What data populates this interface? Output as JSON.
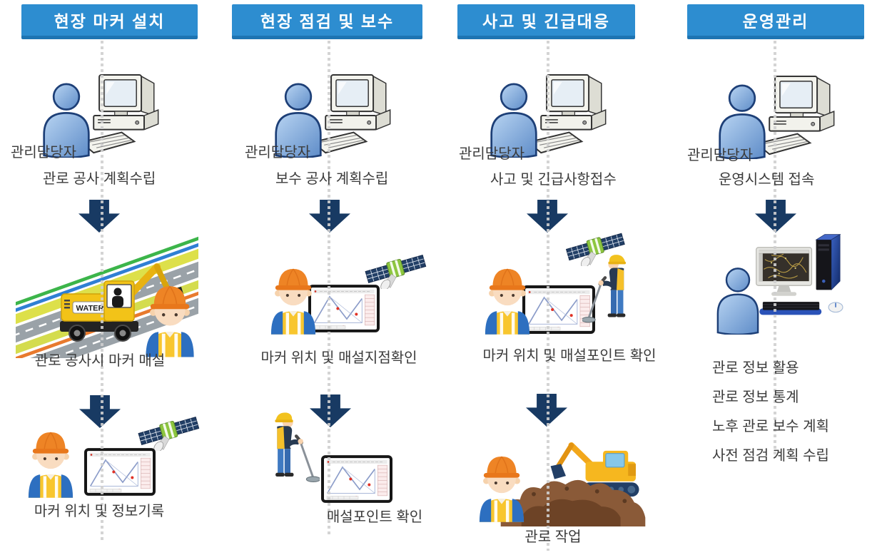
{
  "colors": {
    "header_bg": "#2d8dd0",
    "header_border": "#1e74b2",
    "arrow_navy": "#183a63",
    "dotted_line": "#cfcfcf",
    "label_text": "#3b3b3b",
    "header_text": "#ffffff"
  },
  "columns": [
    {
      "id": "marker-install",
      "header": "현장 마커 설치",
      "actor": "관리담당자",
      "steps": [
        "관로 공사 계획수립",
        "관로 공사시 마커 매설",
        "마커 위치 및 정보기록"
      ],
      "icons": [
        "manager-at-computer",
        "excavation-marker-burial-scene",
        "worker-map-screen-satellite"
      ]
    },
    {
      "id": "inspection-repair",
      "header": "현장 점검 및 보수",
      "actor": "관리담당자",
      "steps": [
        "보수 공사 계획수립",
        "마커 위치 및 매설지점확인",
        "매설포인트 확인"
      ],
      "icons": [
        "manager-at-computer",
        "worker-map-screen-satellite",
        "detector-worker-map-screen"
      ]
    },
    {
      "id": "emergency-response",
      "header": "사고 및 긴급대응",
      "actor": "관리담당자",
      "steps": [
        "사고 및 긴급사항접수",
        "마커 위치 및 매설포인트 확인",
        "관로 작업"
      ],
      "icons": [
        "manager-at-computer",
        "workers-map-screen-satellite-detector",
        "worker-excavator-trench"
      ]
    },
    {
      "id": "operations",
      "header": "운영관리",
      "actor": "관리담당자",
      "steps": [
        "운영시스템 접속"
      ],
      "outputs": [
        "관로 정보 활용",
        "관로 정보 통계",
        "노후 관로 보수 계획",
        "사전 점검 계획 수립"
      ],
      "icons": [
        "manager-at-computer",
        "user-desktop-gis-system"
      ]
    }
  ],
  "excavator_label": "WATER"
}
